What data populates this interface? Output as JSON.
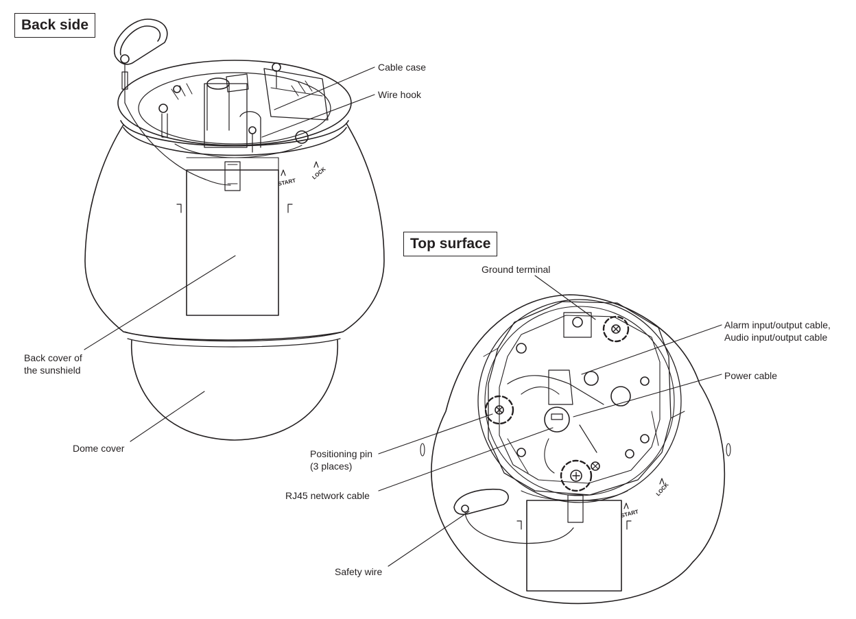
{
  "sections": {
    "back_side": "Back side",
    "top_surface": "Top surface"
  },
  "labels": {
    "cable_case": "Cable case",
    "wire_hook": "Wire hook",
    "back_cover_line1": "Back cover of",
    "back_cover_line2": "the sunshield",
    "dome_cover": "Dome cover",
    "ground_terminal": "Ground terminal",
    "alarm_line1": "Alarm input/output cable,",
    "alarm_line2": "Audio input/output cable",
    "power_cable": "Power cable",
    "positioning_pin_line1": "Positioning pin",
    "positioning_pin_line2": "(3 places)",
    "rj45_cable": "RJ45 network cable",
    "safety_wire": "Safety wire"
  },
  "marks": {
    "start": "START",
    "lock": "LOCK"
  }
}
